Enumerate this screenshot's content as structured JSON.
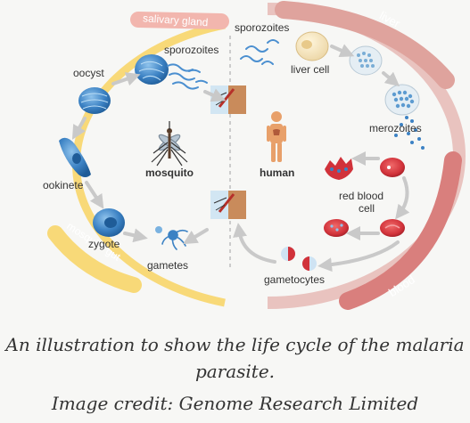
{
  "diagram": {
    "arcs": {
      "salivary_gland": "salivary gland",
      "mosquito_gut": "mosquito gut",
      "liver": "liver",
      "blood": "blood"
    },
    "labels": {
      "sporozoites_mosquito": "sporozoites",
      "sporozoites_human": "sporozoites",
      "oocyst": "oocyst",
      "ookinete": "ookinete",
      "zygote": "zygote",
      "gametes": "gametes",
      "mosquito": "mosquito",
      "human": "human",
      "liver_cell": "liver cell",
      "merozoites": "merozoites",
      "red_blood_cell_line1": "red blood",
      "red_blood_cell_line2": "cell",
      "gametocytes": "gametocytes"
    },
    "colors": {
      "mosquito_arc": "#f8d978",
      "human_arc": "#dfa39d",
      "human_arc_dark": "#d97f7d",
      "arrow": "#c9c9c9",
      "parasite_blue": "#3c82c4",
      "rbc_red": "#d1323a"
    }
  },
  "caption": {
    "line1": "An illustration to show the life cycle of the malaria",
    "line2": "parasite.",
    "credit": "Image credit: Genome Research Limited"
  }
}
